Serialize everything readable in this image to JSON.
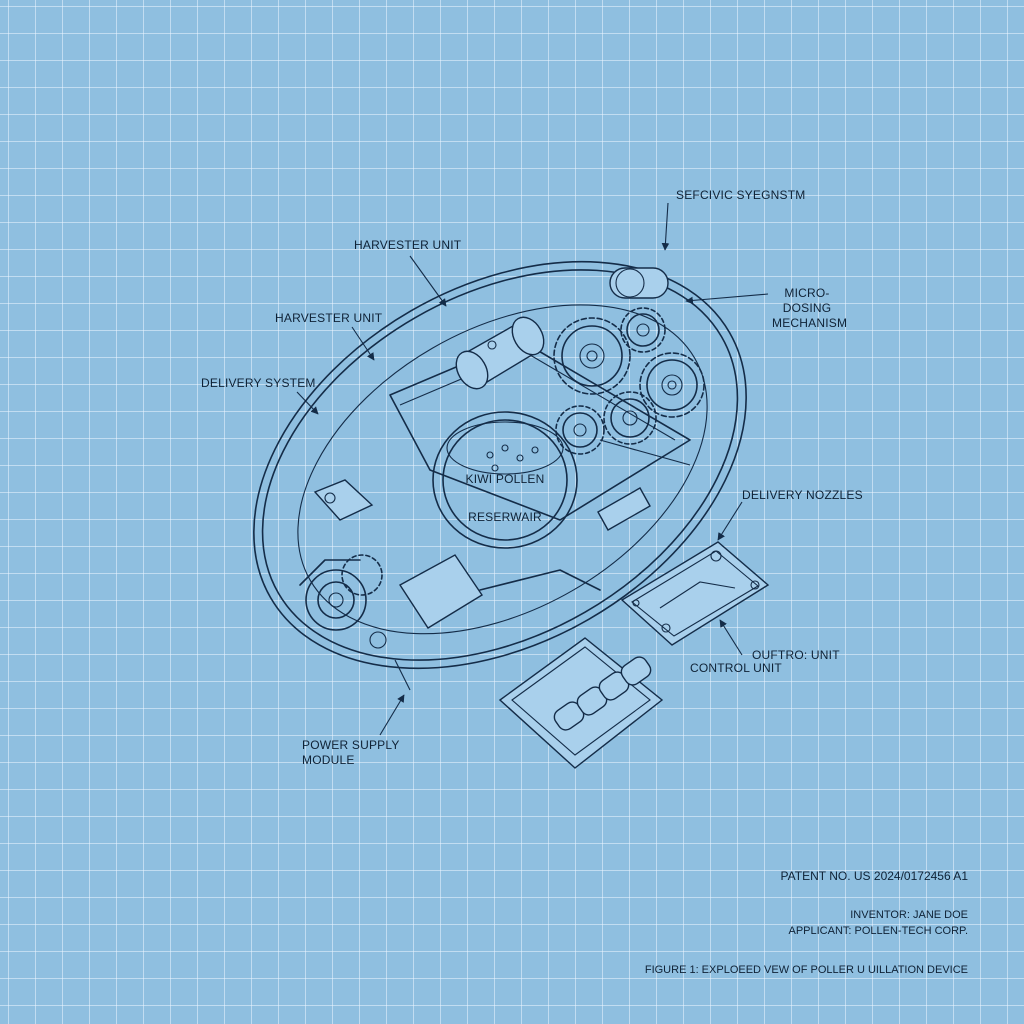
{
  "labels": {
    "sefcivic_system": "SEFCIVIC SYEGNSTM",
    "harvester_unit_1": "HARVESTER UNIT",
    "harvester_unit_2": "HARVESTER UNIT",
    "delivery_system": "DELIVERY SYSTEM",
    "micro_dosing_1": "MICRO-",
    "micro_dosing_2": "DOSING",
    "micro_dosing_3": "MECHANISM",
    "delivery_nozzles": "DELIVERY NOZZLES",
    "reservoir_1": "KIWI POLLEN",
    "reservoir_2": "RESERWAIR",
    "outfro_unit": "OUFTRO: UNIT",
    "control_unit": "CONTROL UNIT",
    "power_supply_1": "POWER SUPPLY",
    "power_supply_2": "MODULE"
  },
  "meta": {
    "patent_no": "PATENT NO.  US 2024/0172456 A1",
    "inventor": "INVENTOR: JANE DOE",
    "applicant": "APPLICANT: POLLEN-TECH CORP.",
    "figure_caption": "FIGURE 1: EXPLOEED VEW OF POLLER U UILLATION DEVICE"
  },
  "colors": {
    "background": "#8fbfe0",
    "ink": "#142c48",
    "grid": "#eaf5ff"
  }
}
